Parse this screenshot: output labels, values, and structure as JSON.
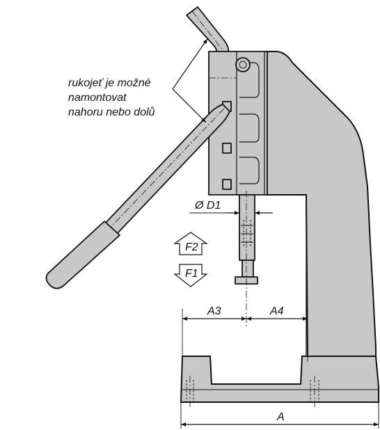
{
  "annotation": {
    "lines": [
      "rukojeť je možné",
      "namontovat",
      "nahoru nebo dolů"
    ]
  },
  "dimensions": {
    "diameter": "Ø D1",
    "force_up": "F2",
    "force_down": "F1",
    "left_reach": "A3",
    "right_reach": "A4",
    "overall": "A"
  },
  "colors": {
    "body": "#c8c8c8",
    "line": "#111111"
  }
}
